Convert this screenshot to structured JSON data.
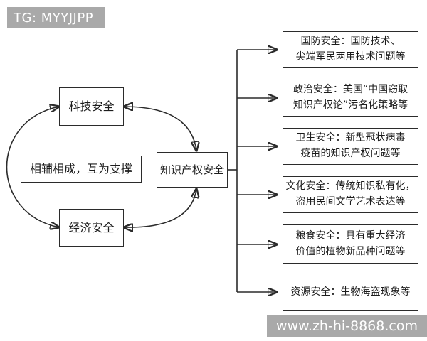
{
  "watermarks": {
    "tg_badge": "TG: MYYJJPP",
    "site_badge": "www.zh-hi-8868.com"
  },
  "colors": {
    "badge-bg": "#a9a9a9",
    "badge-text": "#ffffff",
    "line": "#2b2b2b",
    "box-border": "#2b2b2b",
    "box-bg": "#ffffff",
    "text": "#1c1c1c",
    "canvas-bg": "#ffffff"
  },
  "diagram": {
    "left_nodes": {
      "tech": "科技安全",
      "economic": "经济安全",
      "relation_note": "相辅相成，互为支撑",
      "center": "知识产权安全"
    },
    "right_nodes": [
      {
        "id": "defense",
        "label": "国防安全：国防技术、\n尖端军民两用技术问题等"
      },
      {
        "id": "political",
        "label": "政治安全：美国“中国窃取\n知识产权论”污名化策略等"
      },
      {
        "id": "health",
        "label": "卫生安全：新型冠状病毒\n疫苗的知识产权问题等"
      },
      {
        "id": "cultural",
        "label": "文化安全：传统知识私有化，\n盗用民间文学艺术表达等"
      },
      {
        "id": "food",
        "label": "粮食安全：具有重大经济\n价值的植物新品种问题等"
      },
      {
        "id": "resource",
        "label": "资源安全：生物海盗现象等"
      }
    ]
  }
}
